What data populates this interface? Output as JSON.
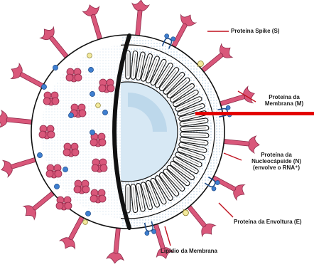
{
  "diagram": {
    "labels": {
      "spike": "Proteína Spike (S)",
      "membrane_protein_line1": "Proteína da",
      "membrane_protein_line2": "Membrana (M)",
      "nucleocapsid_line1": "Proteína da",
      "nucleocapsid_line2": "Nucleocápside (N)",
      "nucleocapsid_line3": "(envolve o RNA⁺)",
      "envelope_protein": "Proteína da Envoltura (E)",
      "membrane_lipid": "Lipídio da Membrana"
    },
    "colors": {
      "spike": "#d9577a",
      "spike_dark": "#8e2a49",
      "membrane_protein": "#3f7fd0",
      "envelope_protein": "#f3ea9c",
      "core": "#d7e8f4",
      "leader_line": "#c0111f",
      "highlight_bar": "#e30000",
      "outline": "#111111"
    },
    "icons": [
      "spike-icon",
      "membrane-protein-icon",
      "envelope-protein-icon",
      "nucleocapsid-cluster-icon"
    ]
  }
}
